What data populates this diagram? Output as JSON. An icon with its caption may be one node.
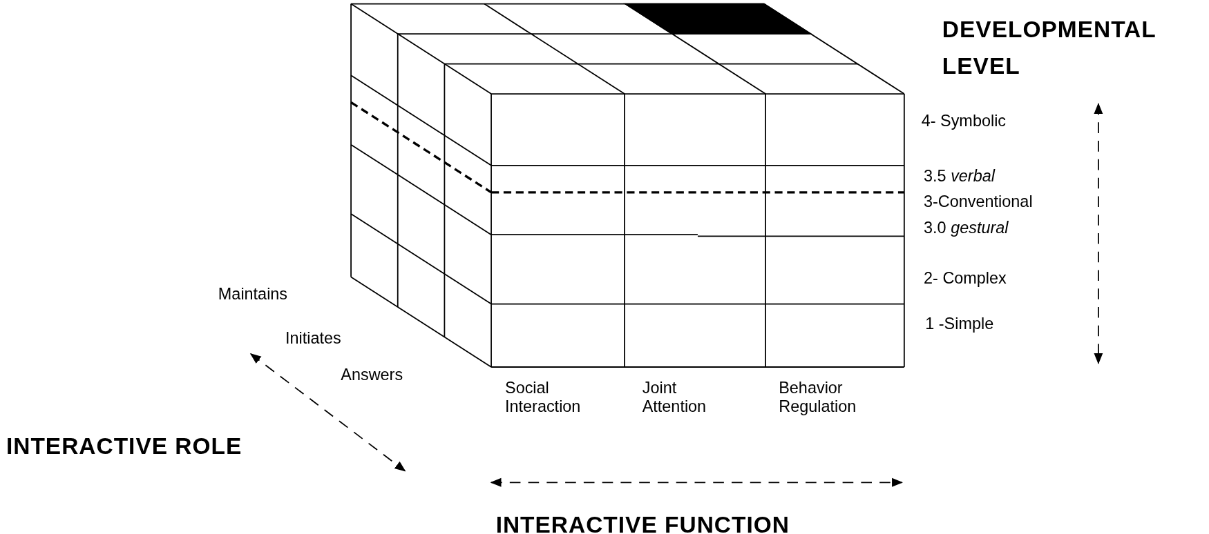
{
  "diagram": {
    "labels": [
      "DEVELOPMENTAL LEVEL",
      "4- Symbolic",
      "3.5 *verbal*",
      "3-Conventional",
      "3.0 *gestural*",
      "2- Complex",
      "1 -Simple",
      "Maintains",
      "Initiates",
      "Answers",
      "Social Interaction",
      "Joint Attention",
      "Behavior Regulation",
      "INTERACTIVE ROLE",
      "INTERACTIVE FUNCTION"
    ]
  }
}
